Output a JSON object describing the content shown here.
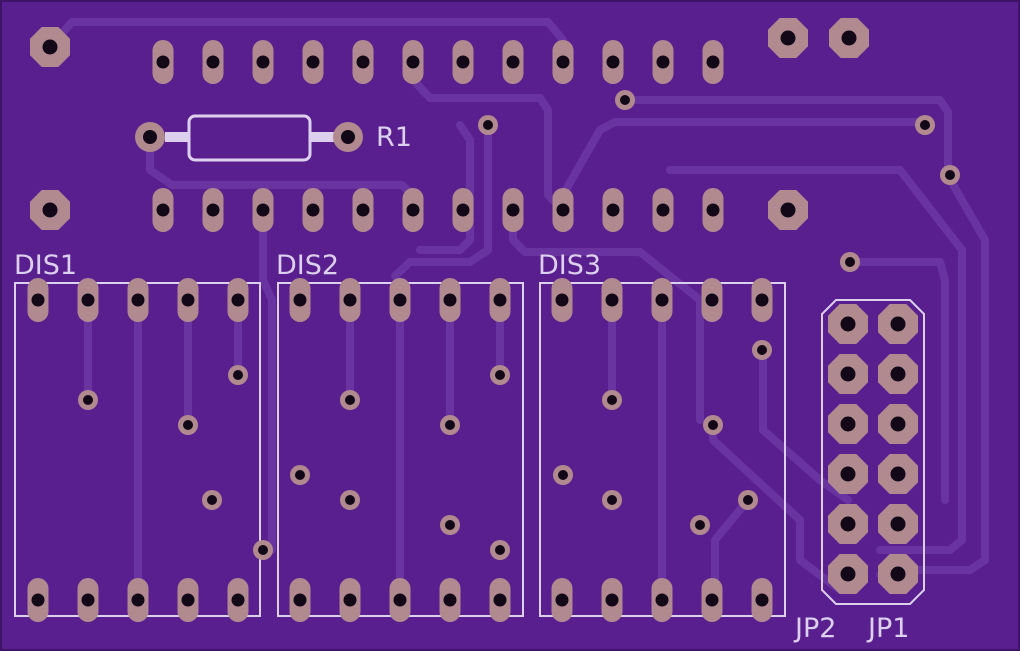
{
  "board": {
    "background": "#5a1f8f",
    "trace_color": "#6a34a0",
    "silk_color": "#ddd0ee",
    "pad_color": "#b08a8f",
    "hole_color": "#120818"
  },
  "labels": {
    "r1": "R1",
    "dis1": "DIS1",
    "dis2": "DIS2",
    "dis3": "DIS3",
    "jp2": "JP2",
    "jp1": "JP1"
  }
}
